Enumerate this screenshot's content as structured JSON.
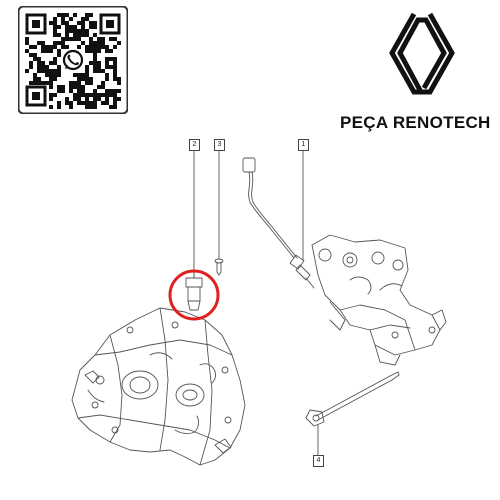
{
  "brand": {
    "name": "PEÇA RENOTECH",
    "logo_icon": "renault-diamond-logo"
  },
  "qr": {
    "icon": "whatsapp-icon"
  },
  "diagram": {
    "callouts": [
      "2",
      "3",
      "1",
      "4"
    ],
    "highlight_color": "#e02020"
  }
}
